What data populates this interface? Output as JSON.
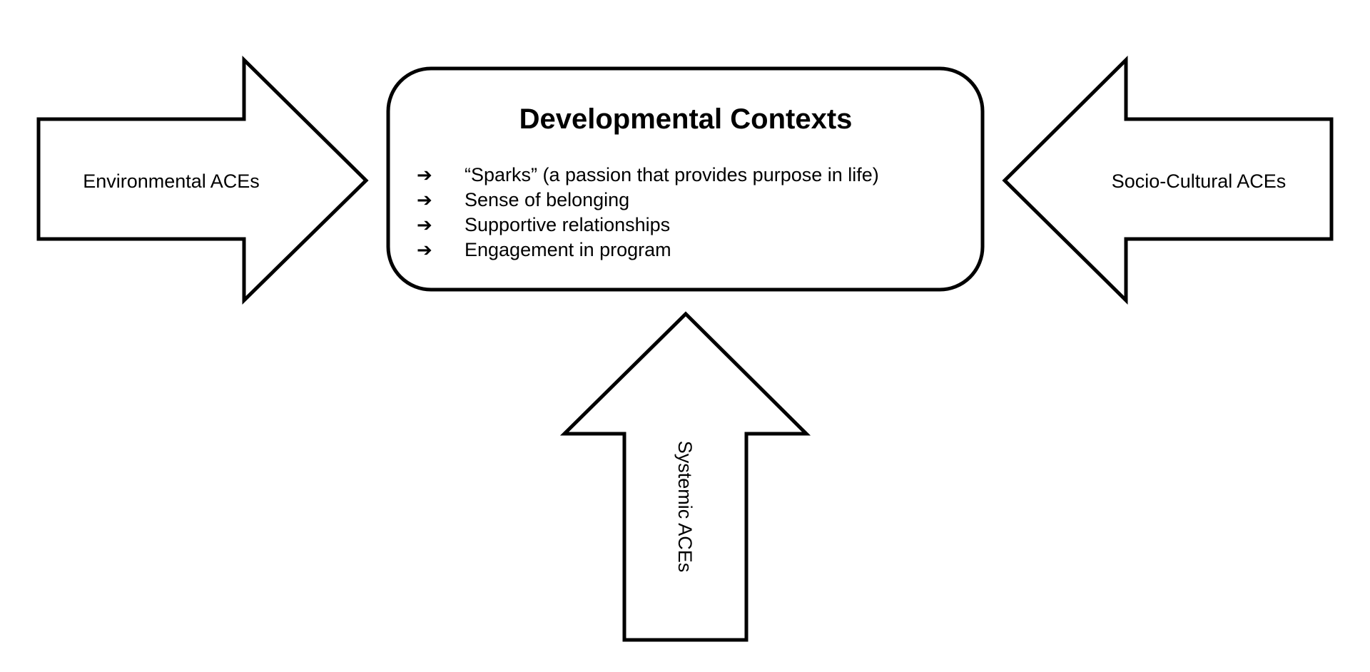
{
  "center_box": {
    "title": "Developmental Contexts",
    "bullet_glyph": "➔",
    "items": [
      "“Sparks” (a passion that provides purpose in life)",
      "Sense of belonging",
      "Supportive relationships",
      "Engagement in program"
    ]
  },
  "arrows": {
    "left": {
      "label": "Environmental ACEs"
    },
    "right": {
      "label": "Socio-Cultural ACEs"
    },
    "bottom": {
      "label": "Systemic ACEs"
    }
  },
  "colors": {
    "stroke": "#000000",
    "fill": "#ffffff"
  }
}
